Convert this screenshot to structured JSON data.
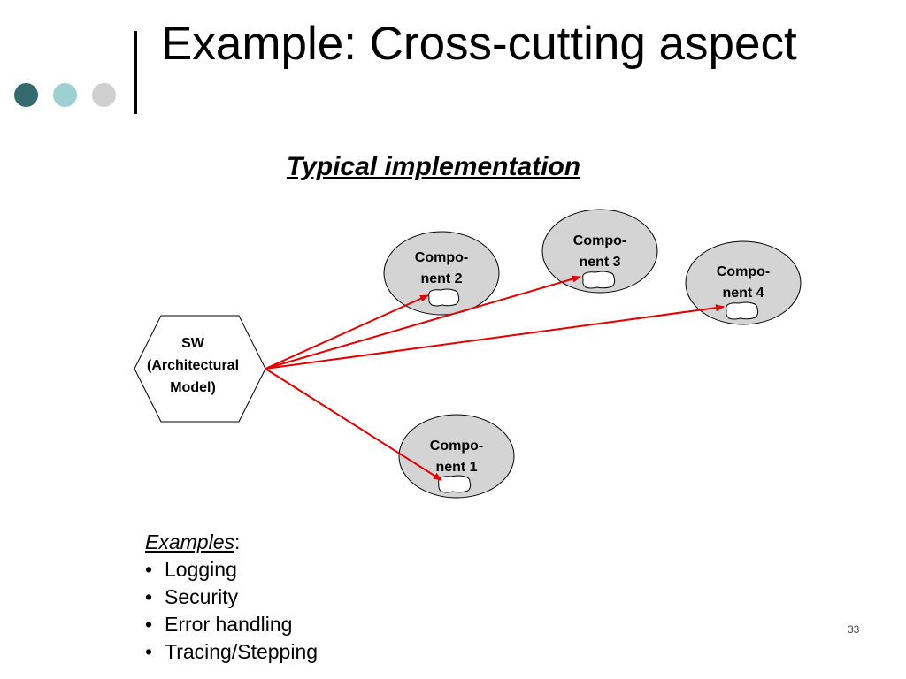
{
  "slide": {
    "title": "Example: Cross-cutting aspect",
    "subtitle": "Typical implementation",
    "page_number": "33",
    "decor_dot_colors": [
      "#346a6e",
      "#9ecfd1",
      "#cfcfcf"
    ],
    "accent_color": "#e60000"
  },
  "diagram": {
    "source": {
      "lines": [
        "SW",
        "(Architectural",
        "Model)"
      ]
    },
    "components": [
      {
        "lines": [
          "Compo-",
          "nent 2"
        ]
      },
      {
        "lines": [
          "Compo-",
          "nent 3"
        ]
      },
      {
        "lines": [
          "Compo-",
          "nent 4"
        ]
      },
      {
        "lines": [
          "Compo-",
          "nent 1"
        ]
      }
    ]
  },
  "examples": {
    "heading": "Examples",
    "heading_suffix": ":",
    "bullet": "•",
    "items": [
      "Logging",
      "Security",
      "Error handling",
      "Tracing/Stepping"
    ]
  }
}
